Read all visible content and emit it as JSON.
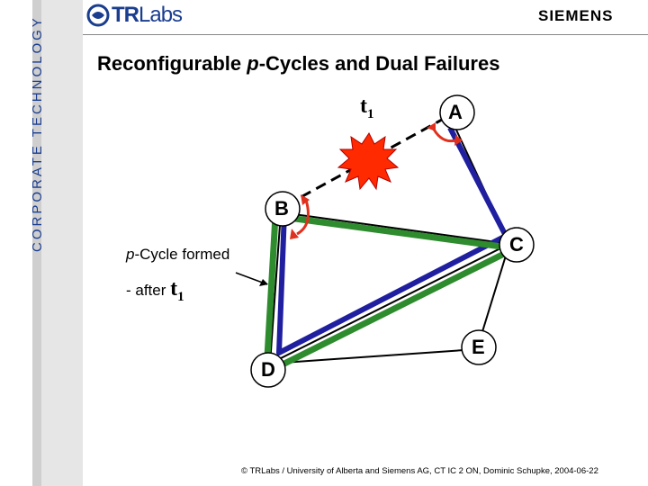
{
  "sidebar": {
    "vertical_text": "CORPORATE TECHNOLOGY"
  },
  "logo": {
    "bold": "TR",
    "light": "Labs"
  },
  "brand": "SIEMENS",
  "title": {
    "prefix": "Reconfigurable ",
    "italic": "p",
    "suffix": "-Cycles and Dual Failures"
  },
  "failure_label": {
    "t": "t",
    "sub": "1"
  },
  "nodes": {
    "A": "A",
    "B": "B",
    "C": "C",
    "D": "D",
    "E": "E"
  },
  "caption": {
    "italic": "p",
    "rest": "-Cycle formed",
    "after_prefix": "- after ",
    "after_t": "t",
    "after_sub": "1"
  },
  "footer": "© TRLabs / University of Alberta and Siemens AG, CT IC 2 ON, Dominic Schupke, 2004-06-22",
  "colors": {
    "blue_path": "#1f1fa0",
    "green_cycle": "#2e8b2e",
    "accent": "#1a3d8f",
    "failure": "#ff2a00"
  }
}
